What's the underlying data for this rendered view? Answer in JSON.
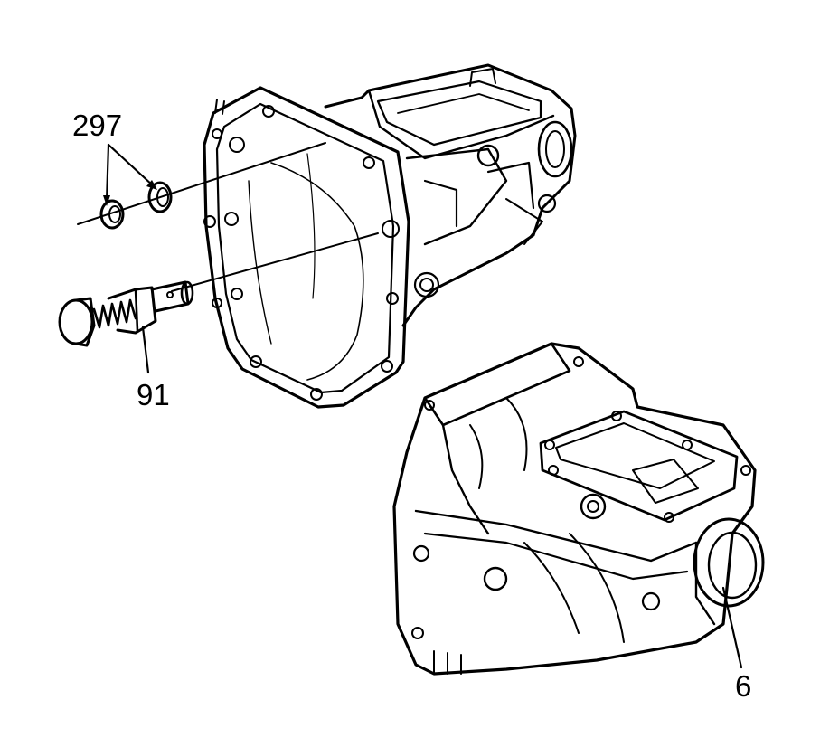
{
  "callouts": {
    "c297": "297",
    "c91": "91",
    "c6": "6"
  },
  "colors": {
    "ink": "#000000",
    "paper": "#ffffff"
  }
}
